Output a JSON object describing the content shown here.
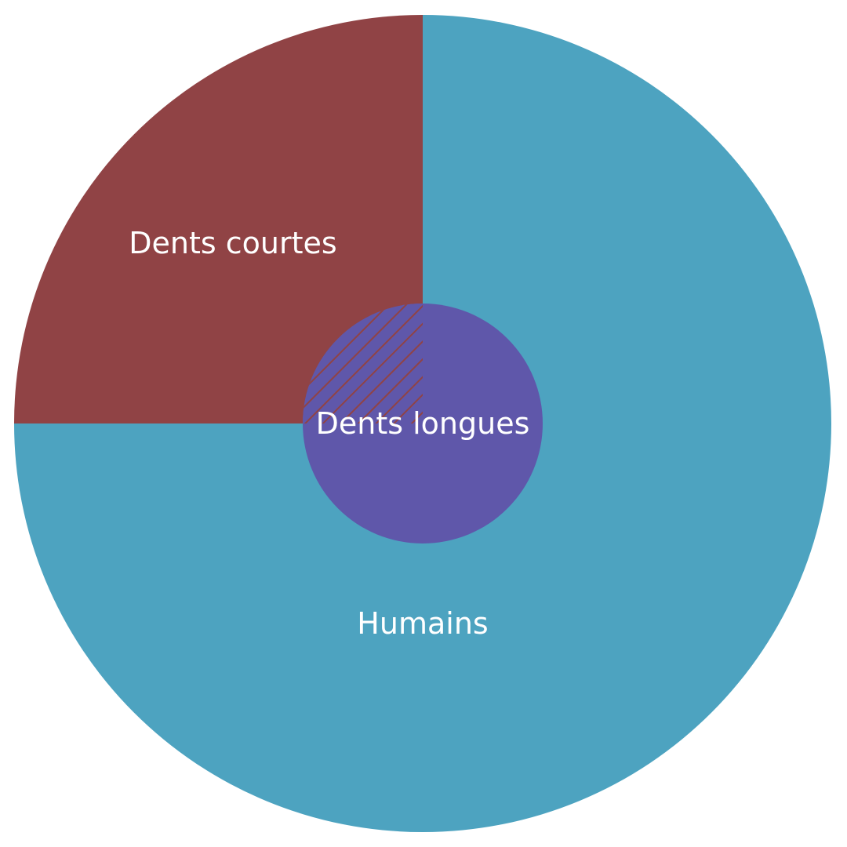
{
  "chart_data": {
    "type": "pie",
    "slices": [
      {
        "name": "Humains",
        "value": 75,
        "color": "#4da3c0"
      },
      {
        "name": "Dents courtes",
        "value": 25,
        "color": "#904345"
      }
    ],
    "inner_set": {
      "name": "Dents longues",
      "color": "#5f57aa",
      "hatch_color": "#904345"
    }
  },
  "labels": {
    "humains": "Humains",
    "dents_courtes": "Dents courtes",
    "dents_longues": "Dents longues"
  }
}
